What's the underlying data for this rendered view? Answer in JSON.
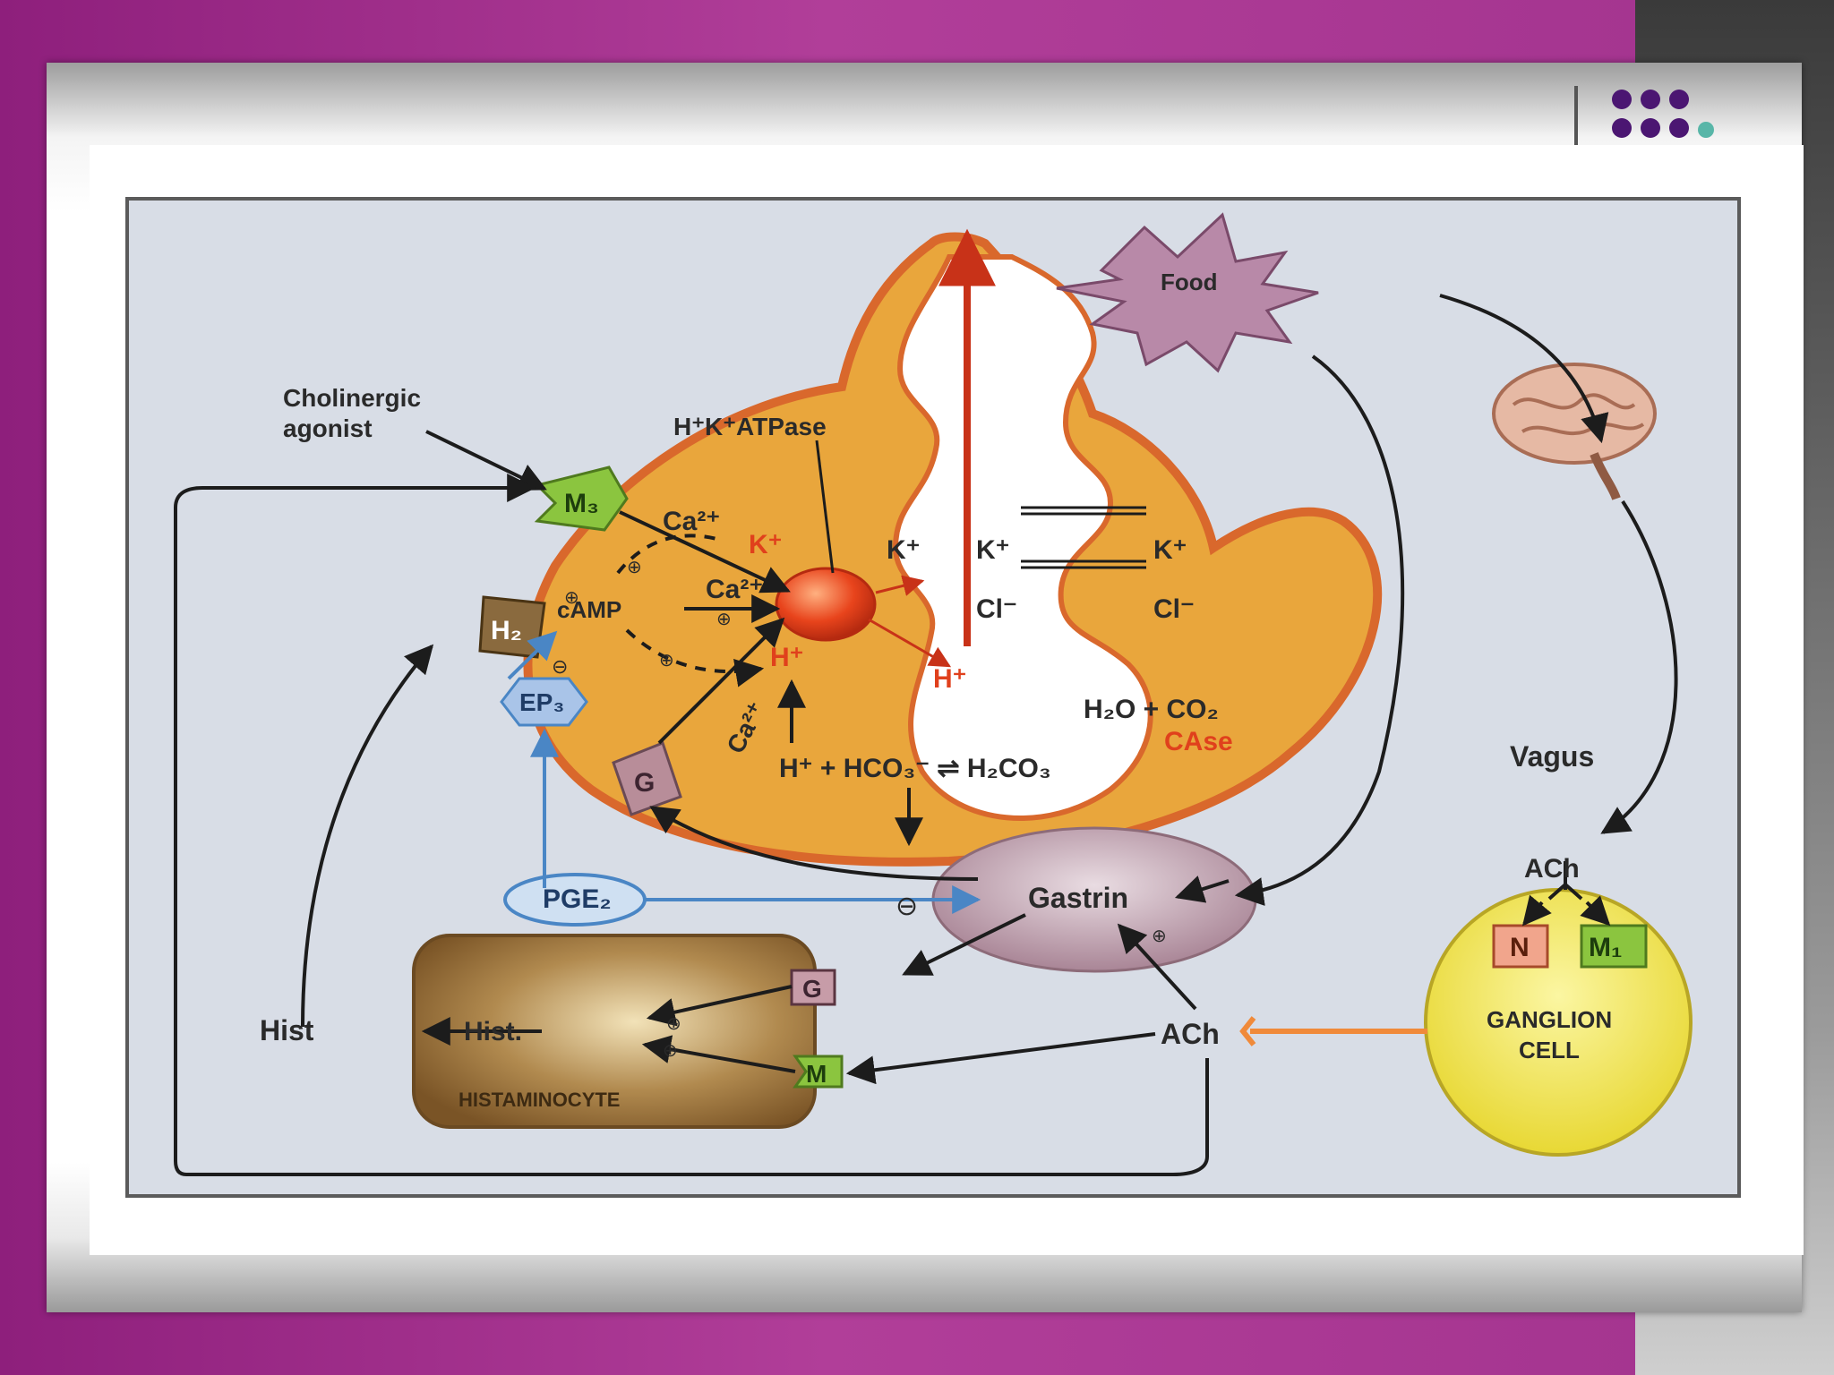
{
  "labels": {
    "cholinergic_line1": "Cholinergic",
    "cholinergic_line2": "agonist",
    "hk_atpase": "H⁺K⁺ATPase",
    "m3": "M₃",
    "h2": "H₂",
    "camp": "cAMP",
    "ep3": "EP₃",
    "g_cell": "G",
    "pge2": "PGE₂",
    "gastrin": "Gastrin",
    "hist_out": "Hist",
    "hist_in": "Hist.",
    "histaminocyte": "HISTAMINOCYTE",
    "g_small": "G",
    "m_small": "M",
    "ach_main": "ACh",
    "ach_vagus": "ACh",
    "vagus": "Vagus",
    "food": "Food",
    "n_receptor": "N",
    "m1_receptor": "M₁",
    "ganglion_line1": "GANGLION",
    "ganglion_line2": "CELL",
    "ca_top": "Ca²⁺",
    "k_red": "K⁺",
    "ca_mid": "Ca²⁺",
    "k_lumen": "K⁺",
    "k_left": "K⁺",
    "k_right": "K⁺",
    "cl_left": "Cl⁻",
    "cl_right": "Cl⁻",
    "h_red": "H⁺",
    "h_lumen": "H⁺",
    "ca_diag": "Ca²⁺",
    "water_co2": "H₂O + CO₂",
    "case": "CAse",
    "bicarb_eq": "H⁺ + HCO₃⁻ ⇌ H₂CO₃",
    "plus": "⊕",
    "minus": "⊖"
  },
  "colors": {
    "parietal_fill": "#e9a63c",
    "parietal_edge": "#d9682c",
    "diagram_bg": "#d8dde6",
    "ganglion_fill": "#f1e85a",
    "histaminocyte_fill": "#9c6f3a",
    "gastrin_fill": "#b99aa8",
    "receptor_green": "#8bc53f",
    "text_red": "#e0401c"
  }
}
